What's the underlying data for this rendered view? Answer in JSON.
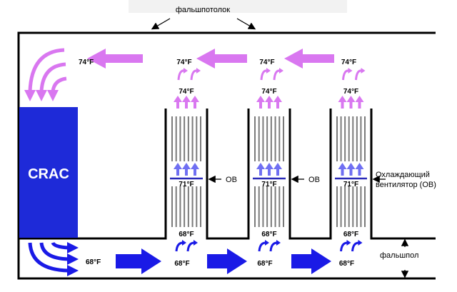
{
  "labels": {
    "ceiling": "фальшпотолок",
    "floor": "фальшпол",
    "crac": "CRAC",
    "ov": "ОВ",
    "fan_line1": "Охлаждающий",
    "fan_line2": "вентилятор (ОВ)"
  },
  "temps": {
    "hot_return": "74°F",
    "rack_top": "74°F",
    "rack_mid": "71°F",
    "rack_bottom": "68°F",
    "floor_air": "68°F"
  },
  "colors": {
    "crac": "#1e2ad8",
    "hot_air": "#d977f0",
    "cold_air": "#1a1ae6",
    "rack_flow_cold": "#6f6ff2",
    "fan_line": "#2a2ab8",
    "structure": "#000000",
    "rack_lines": "#7a7a7a"
  }
}
